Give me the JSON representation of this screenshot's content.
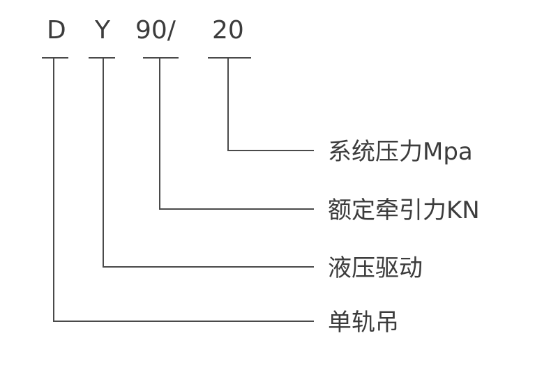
{
  "model_code": {
    "parts": [
      "D",
      "Y",
      "90/",
      "20"
    ]
  },
  "legend": {
    "items": [
      {
        "code": "20",
        "description": "系统压力Mpa"
      },
      {
        "code": "90/",
        "description": "额定牵引力KN"
      },
      {
        "code": "Y",
        "description": "液压驱动"
      },
      {
        "code": "D",
        "description": "单轨吊"
      }
    ]
  }
}
